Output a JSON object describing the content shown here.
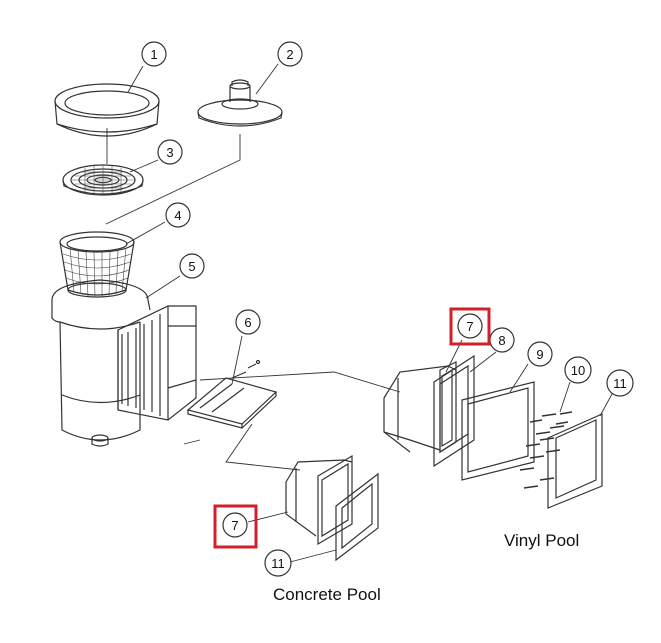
{
  "callouts": [
    {
      "id": "c1",
      "text": "1"
    },
    {
      "id": "c2",
      "text": "2"
    },
    {
      "id": "c3",
      "text": "3"
    },
    {
      "id": "c4",
      "text": "4"
    },
    {
      "id": "c5",
      "text": "5"
    },
    {
      "id": "c6",
      "text": "6"
    },
    {
      "id": "c7a",
      "text": "7"
    },
    {
      "id": "c8",
      "text": "8"
    },
    {
      "id": "c9",
      "text": "9"
    },
    {
      "id": "c10",
      "text": "10"
    },
    {
      "id": "c11a",
      "text": "11"
    },
    {
      "id": "c7b",
      "text": "7"
    },
    {
      "id": "c11b",
      "text": "11"
    }
  ],
  "captions": {
    "vinyl": "Vinyl Pool",
    "concrete": "Concrete Pool"
  },
  "colors": {
    "highlight": "#d0202a",
    "line": "#333333"
  }
}
